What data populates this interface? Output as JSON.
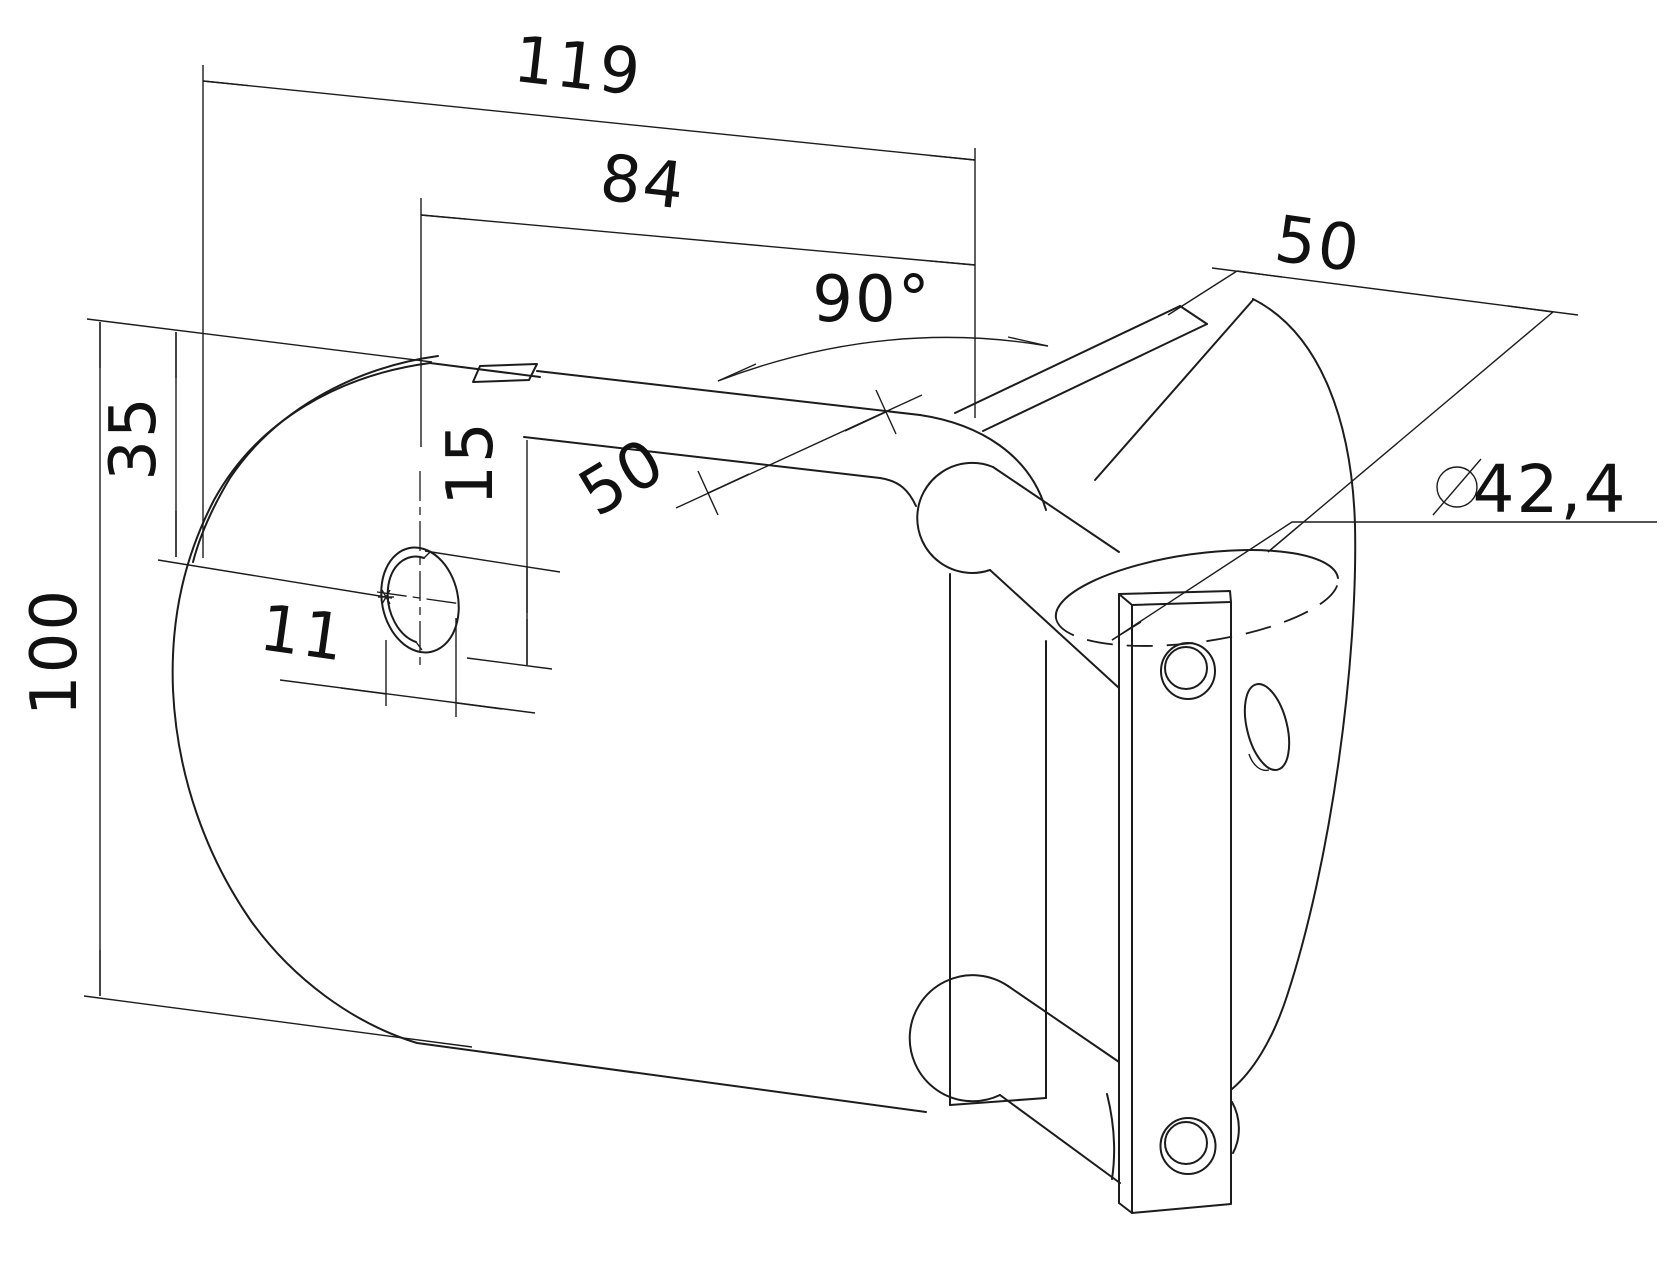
{
  "drawing": {
    "background": "#ffffff",
    "line_color": "#1c1c1c",
    "labels": {
      "overall_length": "119",
      "slot_center_length": "84",
      "bend_angle": "90°",
      "disc_depth": "50",
      "arm_width": "50",
      "slot_center_offset": "35",
      "plate_height": "100",
      "slot_length": "15",
      "slot_width": "11",
      "tube_diameter": "42,4"
    }
  }
}
